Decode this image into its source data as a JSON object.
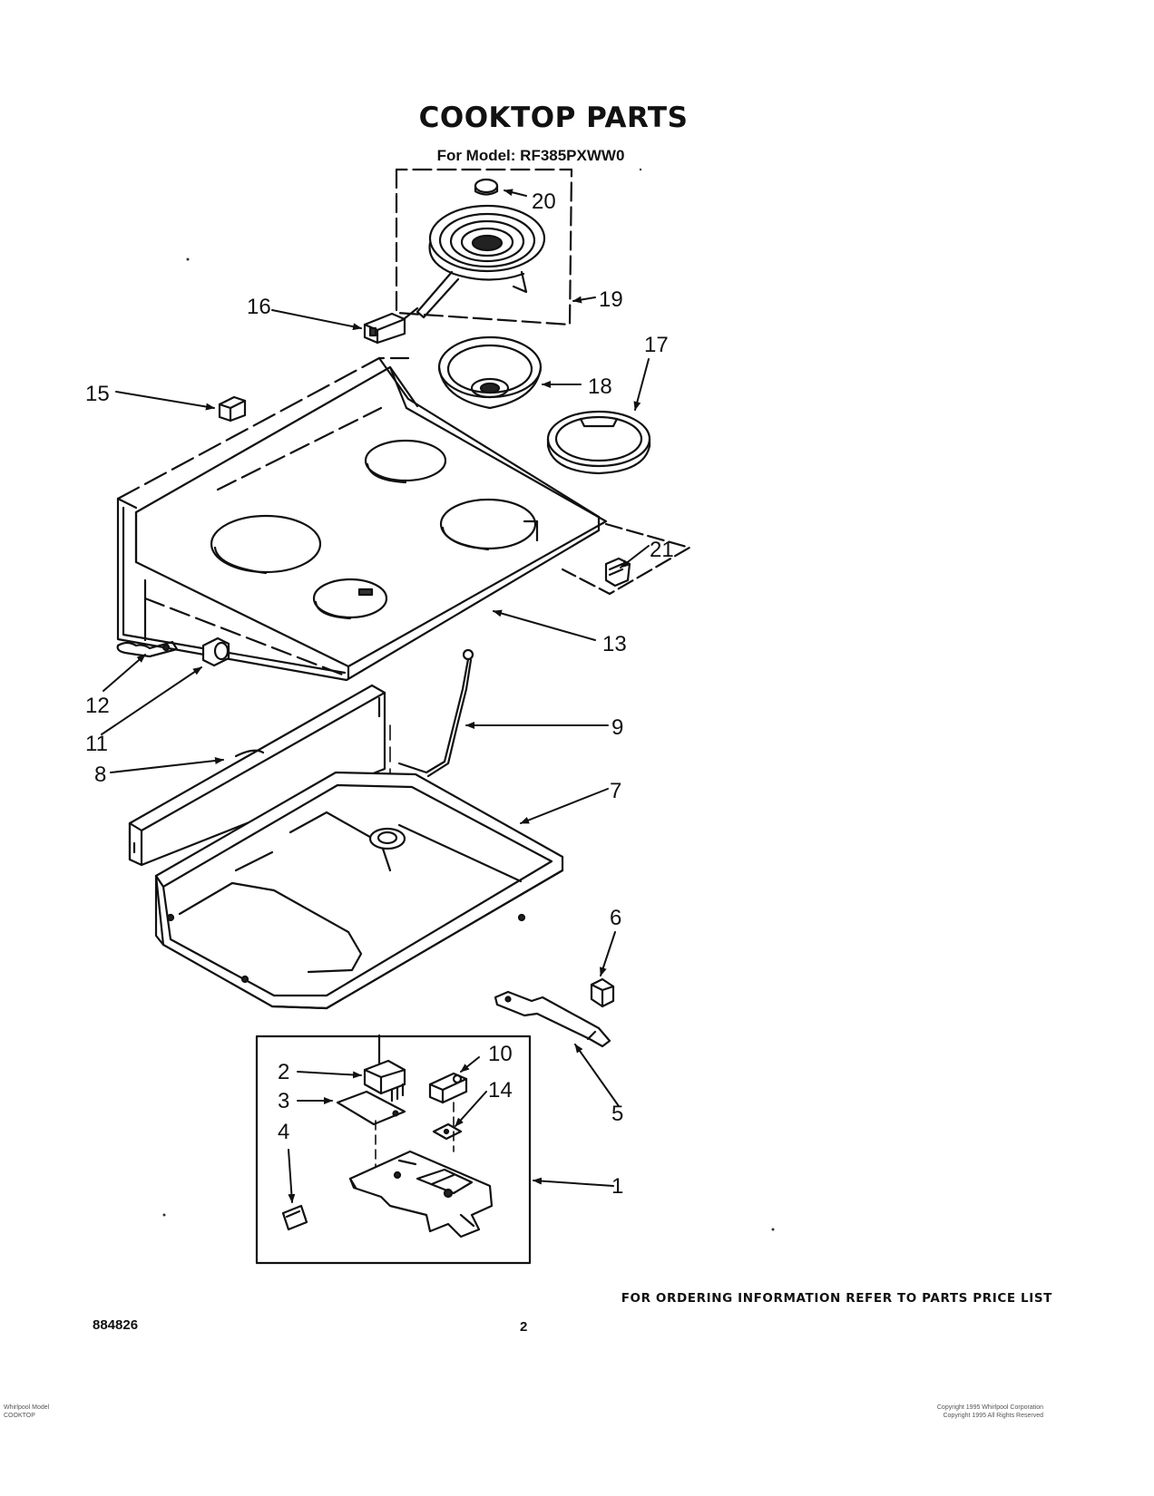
{
  "header": {
    "title": "COOKTOP PARTS",
    "model_line": "For Model: RF385PXWW0"
  },
  "callouts": [
    {
      "id": "1",
      "label": "1"
    },
    {
      "id": "2",
      "label": "2"
    },
    {
      "id": "3",
      "label": "3"
    },
    {
      "id": "4",
      "label": "4"
    },
    {
      "id": "5",
      "label": "5"
    },
    {
      "id": "6",
      "label": "6"
    },
    {
      "id": "7",
      "label": "7"
    },
    {
      "id": "8",
      "label": "8"
    },
    {
      "id": "9",
      "label": "9"
    },
    {
      "id": "10",
      "label": "10"
    },
    {
      "id": "11",
      "label": "11"
    },
    {
      "id": "12",
      "label": "12"
    },
    {
      "id": "13",
      "label": "13"
    },
    {
      "id": "14",
      "label": "14"
    },
    {
      "id": "15",
      "label": "15"
    },
    {
      "id": "16",
      "label": "16"
    },
    {
      "id": "17",
      "label": "17"
    },
    {
      "id": "18",
      "label": "18"
    },
    {
      "id": "19",
      "label": "19"
    },
    {
      "id": "20",
      "label": "20"
    },
    {
      "id": "21",
      "label": "21"
    }
  ],
  "footer": {
    "ordering_note": "FOR ORDERING INFORMATION REFER TO PARTS PRICE LIST",
    "document_number": "884826",
    "page_number": "2",
    "left_fine_print": [
      "Whirlpool Model",
      "COOKTOP"
    ],
    "right_fine_print": [
      "Copyright 1995 Whirlpool Corporation",
      "Copyright 1995 All Rights Reserved"
    ]
  }
}
